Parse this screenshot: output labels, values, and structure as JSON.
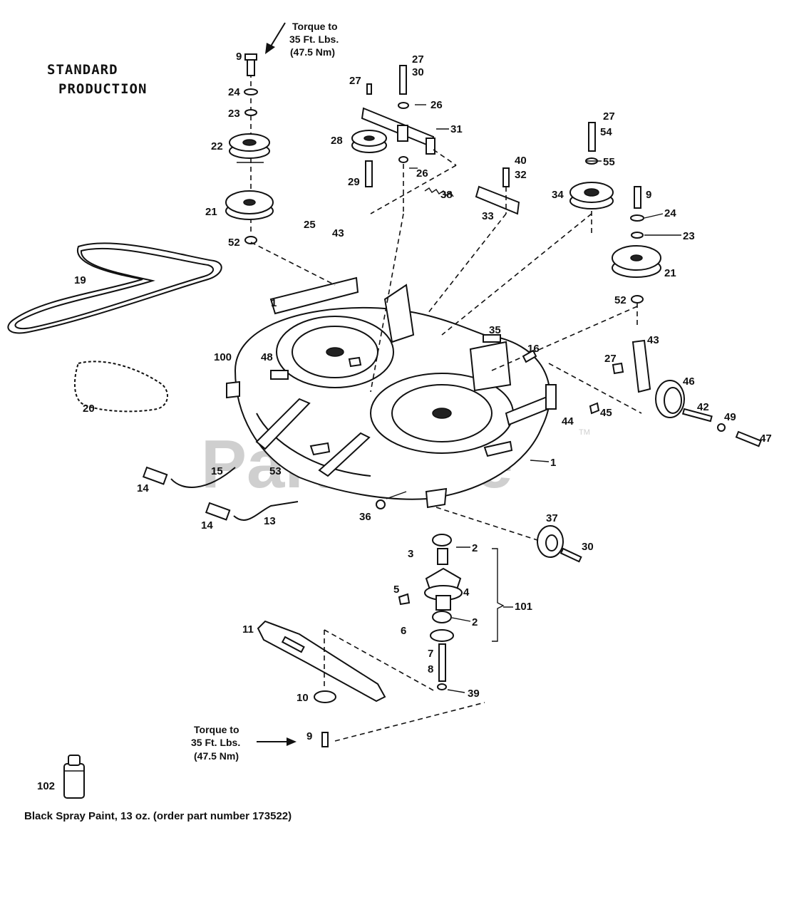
{
  "header": {
    "line1": "STANDARD",
    "line2": "PRODUCTION"
  },
  "torque_top": [
    "Torque to",
    "35 Ft. Lbs.",
    "(47.5 Nm)"
  ],
  "torque_bottom": [
    "Torque to",
    "35 Ft. Lbs.",
    "(47.5 Nm)"
  ],
  "caption": "Black Spray Paint, 13 oz. (order part number 173522)",
  "watermark": {
    "text": "PartsTree",
    "tm": "TM"
  },
  "callouts": [
    {
      "id": "c9a",
      "text": "9"
    },
    {
      "id": "c24a",
      "text": "24"
    },
    {
      "id": "c23a",
      "text": "23"
    },
    {
      "id": "c22",
      "text": "22"
    },
    {
      "id": "c21a",
      "text": "21"
    },
    {
      "id": "c52a",
      "text": "52"
    },
    {
      "id": "c27a",
      "text": "27"
    },
    {
      "id": "c27b",
      "text": "27"
    },
    {
      "id": "c30a",
      "text": "30"
    },
    {
      "id": "c26a",
      "text": "26"
    },
    {
      "id": "c28",
      "text": "28"
    },
    {
      "id": "c31",
      "text": "31"
    },
    {
      "id": "c26b",
      "text": "26"
    },
    {
      "id": "c29",
      "text": "29"
    },
    {
      "id": "c38",
      "text": "38"
    },
    {
      "id": "c40",
      "text": "40"
    },
    {
      "id": "c32",
      "text": "32"
    },
    {
      "id": "c33",
      "text": "33"
    },
    {
      "id": "c27c",
      "text": "27"
    },
    {
      "id": "c54",
      "text": "54"
    },
    {
      "id": "c55",
      "text": "55"
    },
    {
      "id": "c34",
      "text": "34"
    },
    {
      "id": "c9b",
      "text": "9"
    },
    {
      "id": "c24b",
      "text": "24"
    },
    {
      "id": "c23b",
      "text": "23"
    },
    {
      "id": "c21b",
      "text": "21"
    },
    {
      "id": "c52b",
      "text": "52"
    },
    {
      "id": "c25",
      "text": "25"
    },
    {
      "id": "c43a",
      "text": "43"
    },
    {
      "id": "c19",
      "text": "19"
    },
    {
      "id": "c1a",
      "text": "1"
    },
    {
      "id": "c100",
      "text": "100"
    },
    {
      "id": "c48",
      "text": "48"
    },
    {
      "id": "c20",
      "text": "20"
    },
    {
      "id": "c35",
      "text": "35"
    },
    {
      "id": "c16",
      "text": "16"
    },
    {
      "id": "c43b",
      "text": "43"
    },
    {
      "id": "c27d",
      "text": "27"
    },
    {
      "id": "c46",
      "text": "46"
    },
    {
      "id": "c42",
      "text": "42"
    },
    {
      "id": "c44",
      "text": "44"
    },
    {
      "id": "c45",
      "text": "45"
    },
    {
      "id": "c49",
      "text": "49"
    },
    {
      "id": "c47",
      "text": "47"
    },
    {
      "id": "c1b",
      "text": "1"
    },
    {
      "id": "c15",
      "text": "15"
    },
    {
      "id": "c53",
      "text": "53"
    },
    {
      "id": "c14a",
      "text": "14"
    },
    {
      "id": "c14b",
      "text": "14"
    },
    {
      "id": "c13",
      "text": "13"
    },
    {
      "id": "c36",
      "text": "36"
    },
    {
      "id": "c37",
      "text": "37"
    },
    {
      "id": "c30b",
      "text": "30"
    },
    {
      "id": "c3",
      "text": "3"
    },
    {
      "id": "c2a",
      "text": "2"
    },
    {
      "id": "c5",
      "text": "5"
    },
    {
      "id": "c4",
      "text": "4"
    },
    {
      "id": "c101",
      "text": "101"
    },
    {
      "id": "c2b",
      "text": "2"
    },
    {
      "id": "c6",
      "text": "6"
    },
    {
      "id": "c7",
      "text": "7"
    },
    {
      "id": "c8",
      "text": "8"
    },
    {
      "id": "c11",
      "text": "11"
    },
    {
      "id": "c39",
      "text": "39"
    },
    {
      "id": "c10",
      "text": "10"
    },
    {
      "id": "c9c",
      "text": "9"
    },
    {
      "id": "c102",
      "text": "102"
    }
  ]
}
